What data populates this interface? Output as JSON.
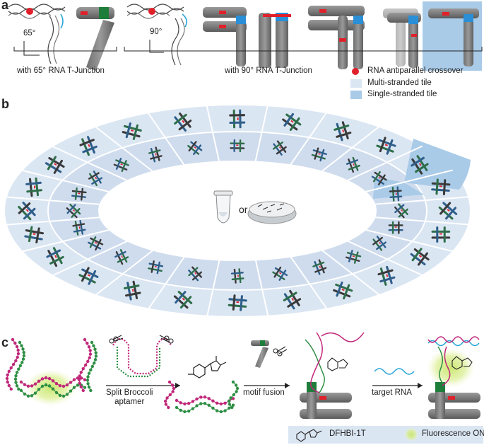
{
  "panel_a": {
    "letter": "a",
    "angle_65": "65°",
    "angle_90": "90°",
    "caption_65": "with 65° RNA T-Junction",
    "caption_90": "with 90° RNA T-Junction"
  },
  "legend": {
    "crossover": "RNA antiparallel crossover",
    "multi": "Multi-stranded tile",
    "single": "Single-stranded tile",
    "colors": {
      "crossover": "#e0202a",
      "multi": "#dbe6f3",
      "single": "#a9cbe8"
    }
  },
  "panel_b": {
    "letter": "b",
    "center_or": "or"
  },
  "panel_c": {
    "letter": "c",
    "step1": "Split Broccoli\naptamer",
    "step2": "motif fusion",
    "step3": "target RNA",
    "legend_dye": "DFHBI-1T",
    "legend_fluor": "Fluorescence ON"
  }
}
